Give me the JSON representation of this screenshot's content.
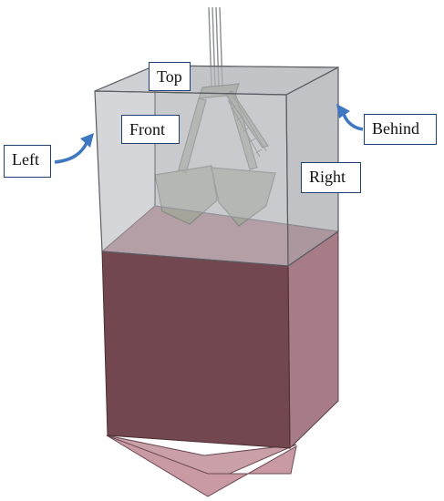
{
  "labels": {
    "top": "Top",
    "front": "Front",
    "left": "Left",
    "behind": "Behind",
    "right": "Right"
  },
  "colors": {
    "bin_glass": "#b7b9bd",
    "bin_edge": "#5a5c63",
    "material_front": "#73474f",
    "material_side": "#9c6f79",
    "material_top": "#c89aa3",
    "hopper": "#caa0a8",
    "grab": "#8a9470",
    "arrow": "#3f78c0",
    "label_border": "#1f3f6e"
  },
  "icons": {
    "arrow_left": "curved-arrow-icon",
    "arrow_behind": "curved-arrow-icon"
  }
}
